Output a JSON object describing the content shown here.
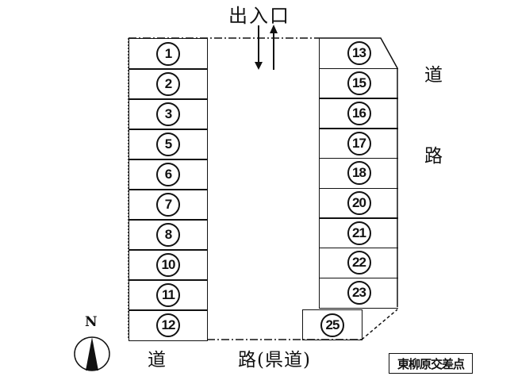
{
  "entrance_label": "出入口",
  "road_right": [
    "道",
    "路"
  ],
  "road_bottom": {
    "part1": "道",
    "part2": "路(県道)"
  },
  "intersection_label": "東柳原交差点",
  "compass_label": "N",
  "left_spots": [
    "1",
    "2",
    "3",
    "5",
    "6",
    "7",
    "8",
    "10",
    "11",
    "12"
  ],
  "right_spots": [
    "13",
    "15",
    "16",
    "17",
    "18",
    "20",
    "21",
    "22",
    "23"
  ],
  "extra_spot": "25"
}
